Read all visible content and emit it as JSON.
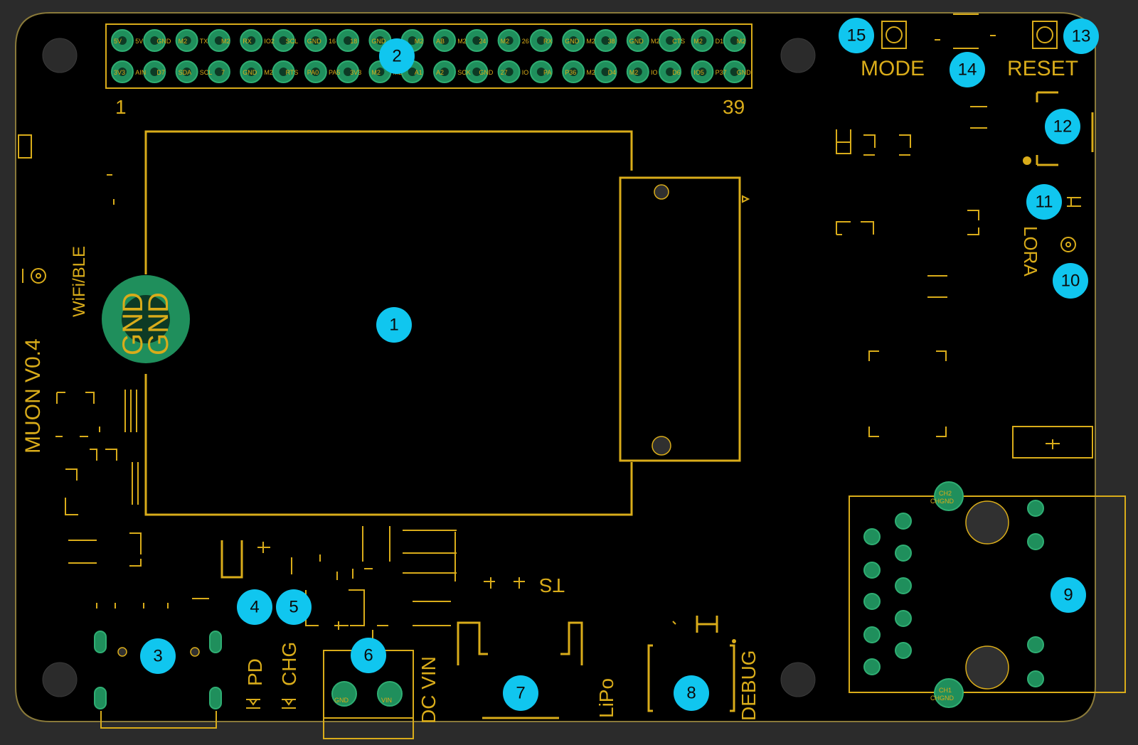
{
  "board": {
    "title": "MUON V0.4",
    "wifi_label": "WiFi/BLE",
    "gnd_label": "GND"
  },
  "header": {
    "pin1_label": "1",
    "pin39_label": "39",
    "top_row_labels": [
      "5V",
      "5V",
      "GND",
      "M2",
      "TX",
      "M2",
      "RX",
      "IO2",
      "SCL",
      "GND",
      "16",
      "18",
      "GND",
      "22",
      "M2",
      "AB",
      "M2",
      "24",
      "M2",
      "26",
      "RX",
      "GND",
      "M2",
      "38",
      "GND",
      "M2",
      "CTS",
      "M2",
      "D1",
      "M2"
    ],
    "bottom_row_labels": [
      "3V3",
      "AIN",
      "D7",
      "SDA",
      "SCL",
      "7",
      "GND",
      "M2",
      "RTS",
      "PA0",
      "PA5",
      "3V3",
      "M2",
      "M2",
      "A1",
      "A2",
      "SCK",
      "GND",
      "27",
      "IO",
      "PA",
      "P36",
      "M2",
      "D4",
      "M2",
      "IO",
      "D6",
      "IO5",
      "P37",
      "GND"
    ]
  },
  "labels": {
    "mode": "MODE",
    "reset": "RESET",
    "lora": "LORA",
    "pd": "PD",
    "chg": "CHG",
    "dc_vin": "DC VIN",
    "lipo": "LiPo",
    "ts": "TS",
    "debug": "DEBUG",
    "terminal_gnd": "GND",
    "terminal_vin": "VIN",
    "ch2": "CH2",
    "chgnd_top": "CHGND",
    "ch1": "CH1",
    "chgnd_bottom": "CHGND"
  },
  "badges": [
    "1",
    "2",
    "3",
    "4",
    "5",
    "6",
    "7",
    "8",
    "9",
    "10",
    "11",
    "12",
    "13",
    "14",
    "15"
  ],
  "colors": {
    "background": "#2b2b2b",
    "board": "#000000",
    "silkscreen": "#d9ac1a",
    "pad": "#1f8f5c",
    "badge": "#10c6ef"
  }
}
